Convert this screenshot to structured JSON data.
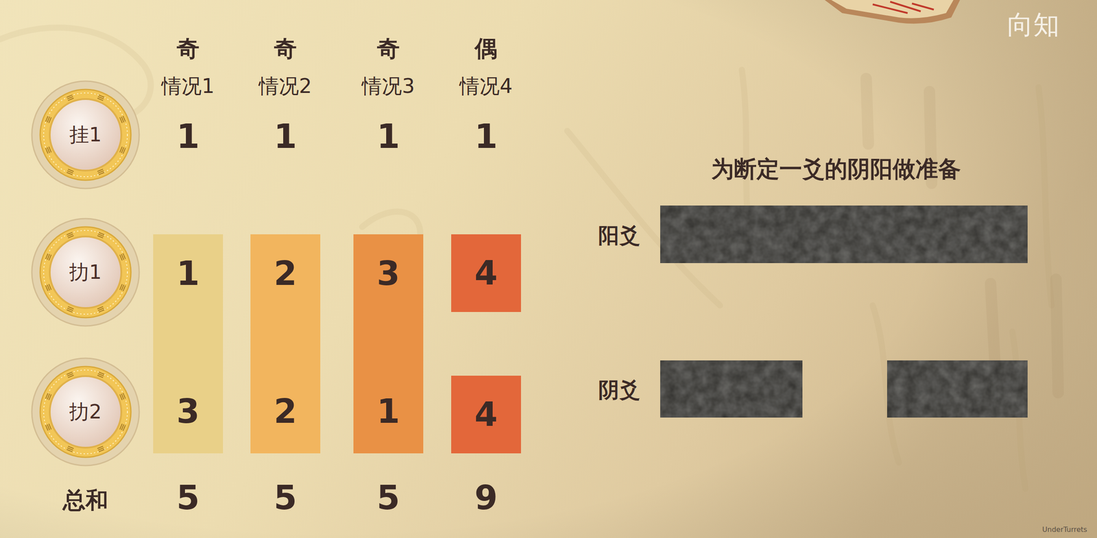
{
  "diagram": {
    "title": "为断定一爻的阴阳做准备",
    "nodes": [
      {
        "text": [
          "挂1"
        ]
      },
      {
        "text": [
          "扐1"
        ]
      },
      {
        "text": [
          "扐2"
        ]
      },
      {
        "text": [
          "1",
          "3"
        ]
      },
      {
        "text": [
          "2",
          "2"
        ]
      },
      {
        "text": [
          "3",
          "1"
        ]
      },
      {
        "text": [
          "4"
        ]
      },
      {
        "text": [
          "4"
        ]
      }
    ],
    "labels": [
      "奇",
      "奇",
      "奇",
      "偶",
      "情况1",
      "情况2",
      "情况3",
      "情况4",
      "1",
      "1",
      "1",
      "1",
      "总和",
      "5",
      "5",
      "5",
      "9",
      "阳爻",
      "阴爻",
      "向知",
      "UnderTurrets"
    ]
  }
}
